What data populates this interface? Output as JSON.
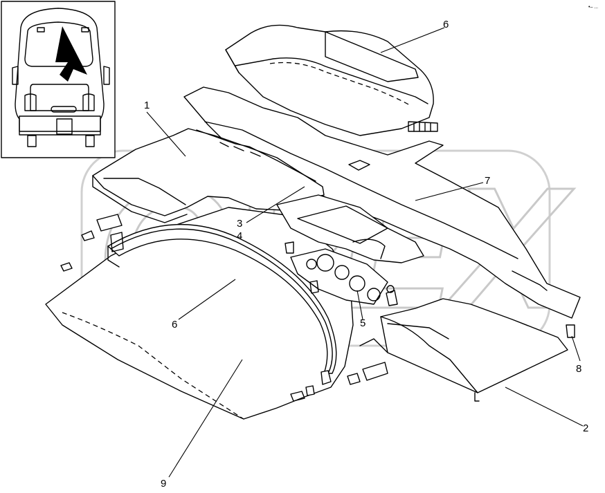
{
  "watermark": {
    "text": "OPEX"
  },
  "corner_mark": "•‒ ...",
  "locator": {
    "icon": "bus-rear-view-icon",
    "arrow": "location-arrow-icon"
  },
  "callouts": {
    "c1": "1",
    "c2": "2",
    "c3": "3",
    "c4": "4",
    "c5": "5",
    "c6_top": "6",
    "c6_mid": "6",
    "c7": "7",
    "c8": "8",
    "c9": "9"
  },
  "parts": {
    "p1": "floor-panel-left",
    "p2": "floor-panel-right",
    "p6": "wheel-arch-cover",
    "p7": "center-floor-strip",
    "p8": "screw-fastener",
    "p9": "rear-floor-panel"
  }
}
